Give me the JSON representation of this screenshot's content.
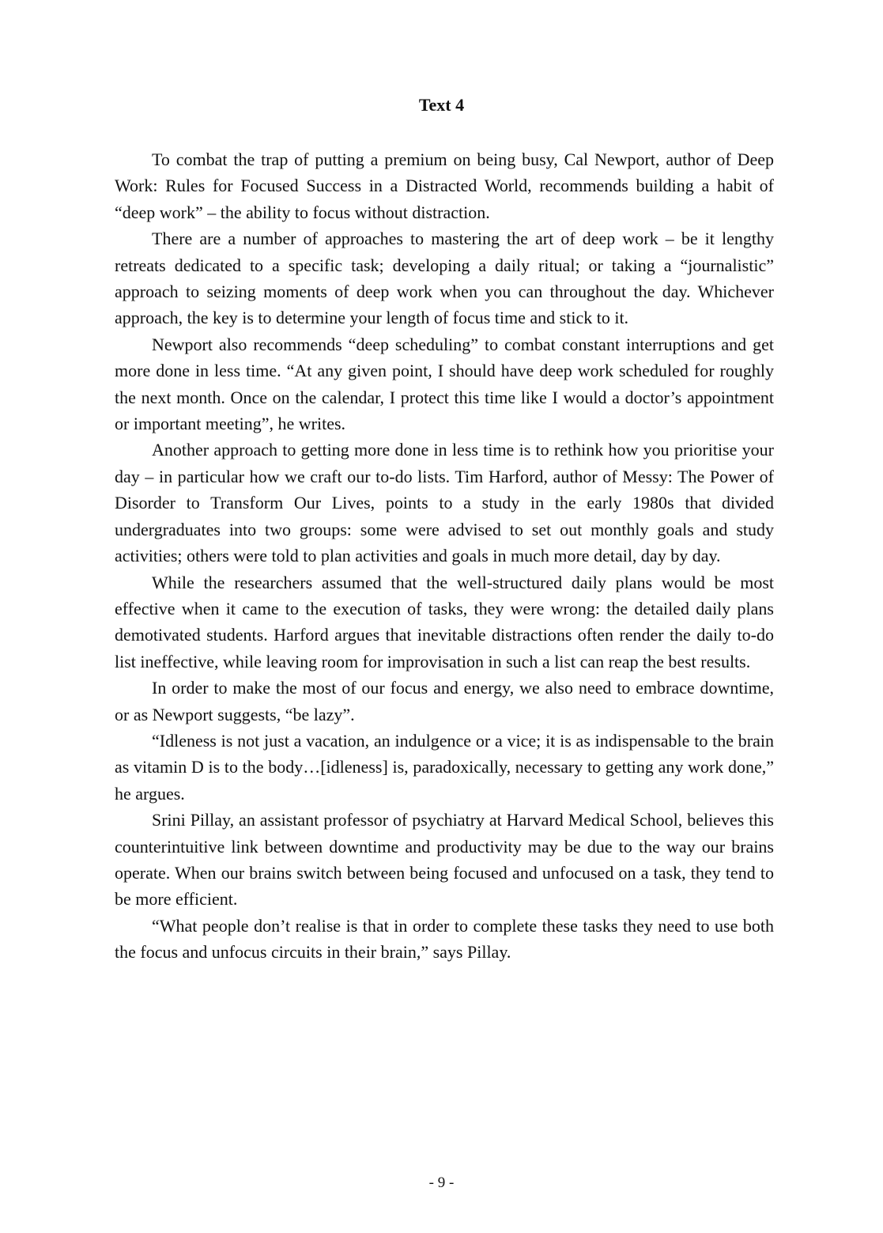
{
  "document": {
    "title": "Text 4",
    "paragraphs": [
      "To combat the trap of putting a premium on being busy, Cal Newport, author of Deep Work: Rules for Focused Success in a Distracted World, recommends building a habit of “deep work” – the ability to focus without distraction.",
      "There are a number of approaches to mastering the art of deep work – be it lengthy retreats dedicated to a specific task; developing a daily ritual; or taking a “journalistic” approach to seizing moments of deep work when you can throughout the day. Whichever approach, the key is to determine your length of focus time and stick to it.",
      "Newport also recommends “deep scheduling” to combat constant interruptions and get more done in less time. “At any given point, I should have deep work scheduled for roughly the next month. Once on the calendar, I protect this time like I would a doctor’s appointment or important meeting”, he writes.",
      "Another approach to getting more done in less time is to rethink how you prioritise your day – in particular how we craft our to-do lists. Tim Harford, author of Messy: The Power of Disorder to Transform Our Lives, points to a study in the early 1980s that divided undergraduates into two groups: some were advised to set out monthly goals and study activities; others were told to plan activities and goals in much more detail, day by day.",
      "While the researchers assumed that the well-structured daily plans would be most effective when it came to the execution of tasks, they were wrong: the detailed daily plans demotivated students. Harford argues that inevitable distractions often render the daily to-do list ineffective, while leaving room for improvisation in such a list can reap the best results.",
      "In order to make the most of our focus and energy, we also need to embrace downtime, or as Newport suggests, “be lazy”.",
      "“Idleness is not just a vacation, an indulgence or a vice; it is as indispensable to the brain as vitamin D is to the body…[idleness] is, paradoxically, necessary to getting any work done,” he argues.",
      "Srini Pillay, an assistant professor of psychiatry at Harvard Medical School, believes this counterintuitive link between downtime and productivity may be due to the way our brains operate. When our brains switch between being focused and unfocused on a task, they tend to be more efficient.",
      "“What people don’t realise is that in order to complete these tasks they need to use both the focus and unfocus circuits in their brain,” says Pillay."
    ],
    "page_number": "- 9 -"
  }
}
